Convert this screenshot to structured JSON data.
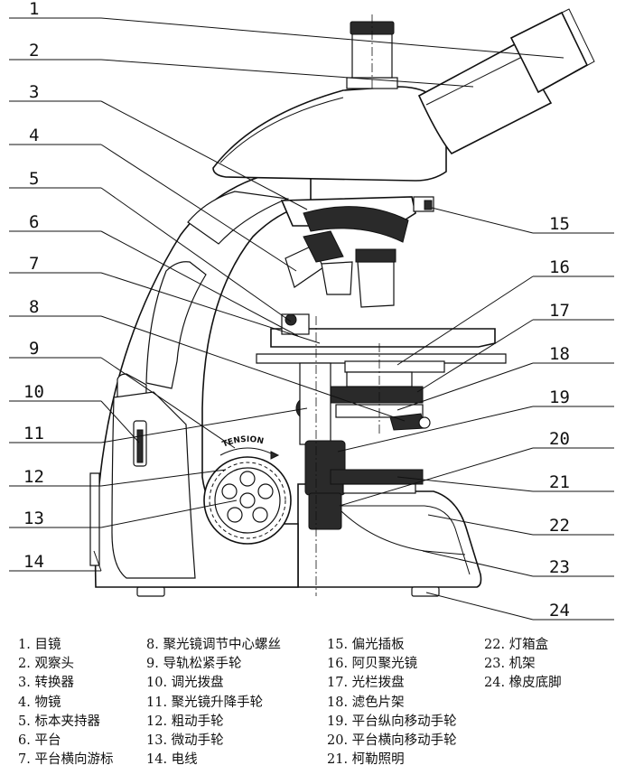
{
  "callout_numbers": [
    "1",
    "2",
    "3",
    "4",
    "5",
    "6",
    "7",
    "8",
    "9",
    "10",
    "11",
    "12",
    "13",
    "14",
    "15",
    "16",
    "17",
    "18",
    "19",
    "20",
    "21",
    "22",
    "23",
    "24"
  ],
  "tension_label": "TENSION",
  "legend": {
    "col1": [
      "1. 目镜",
      "2. 观察头",
      "3. 转换器",
      "4. 物镜",
      "5. 标本夹持器",
      "6. 平台",
      "7. 平台横向游标"
    ],
    "col2": [
      "8. 聚光镜调节中心螺丝",
      "9. 导轨松紧手轮",
      "10. 调光拨盘",
      "11. 聚光镜升降手轮",
      "12. 粗动手轮",
      "13. 微动手轮",
      "14. 电线"
    ],
    "col3": [
      "15. 偏光插板",
      "16. 阿贝聚光镜",
      "17. 光栏拨盘",
      "18. 滤色片架",
      "19. 平台纵向移动手轮",
      "20. 平台横向移动手轮",
      "21. 柯勒照明"
    ],
    "col4": [
      "22. 灯箱盒",
      "23. 机架",
      "24. 橡皮底脚"
    ]
  }
}
